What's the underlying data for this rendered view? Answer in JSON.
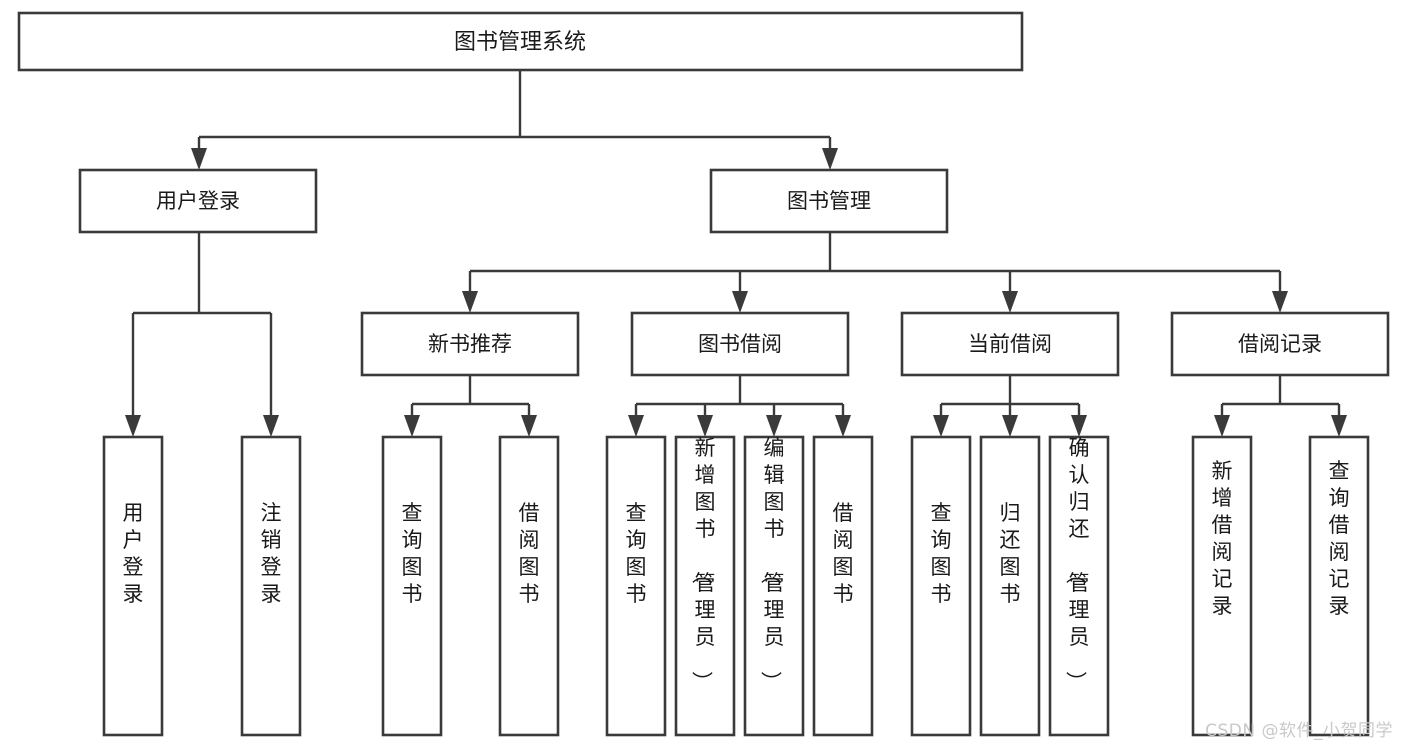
{
  "diagram": {
    "title": "图书管理系统",
    "type": "hierarchy-tree",
    "root": {
      "id": "root",
      "label": "图书管理系统",
      "level": 1
    },
    "level2": [
      {
        "id": "user-login",
        "label": "用户登录",
        "level": 2
      },
      {
        "id": "book-manage",
        "label": "图书管理",
        "level": 2
      }
    ],
    "level3": [
      {
        "id": "new-book-recommend",
        "label": "新书推荐",
        "level": 3,
        "parent": "book-manage"
      },
      {
        "id": "book-borrow",
        "label": "图书借阅",
        "level": 3,
        "parent": "book-manage"
      },
      {
        "id": "current-borrow",
        "label": "当前借阅",
        "level": 3,
        "parent": "book-manage"
      },
      {
        "id": "borrow-record",
        "label": "借阅记录",
        "level": 3,
        "parent": "book-manage"
      }
    ],
    "leaves": [
      {
        "id": "leaf-user-login",
        "label": "用户登录",
        "parent": "user-login"
      },
      {
        "id": "leaf-logout-login",
        "label": "注销登录",
        "parent": "user-login"
      },
      {
        "id": "leaf-query-book-1",
        "label": "查询图书",
        "parent": "new-book-recommend"
      },
      {
        "id": "leaf-borrow-book-1",
        "label": "借阅图书",
        "parent": "new-book-recommend"
      },
      {
        "id": "leaf-query-book-2",
        "label": "查询图书",
        "parent": "book-borrow"
      },
      {
        "id": "leaf-add-book-admin",
        "label": "新增图书（管理员）",
        "parent": "book-borrow"
      },
      {
        "id": "leaf-edit-book-admin",
        "label": "编辑图书（管理员）",
        "parent": "book-borrow"
      },
      {
        "id": "leaf-borrow-book-2",
        "label": "借阅图书",
        "parent": "book-borrow"
      },
      {
        "id": "leaf-query-book-3",
        "label": "查询图书",
        "parent": "current-borrow"
      },
      {
        "id": "leaf-return-book",
        "label": "归还图书",
        "parent": "current-borrow"
      },
      {
        "id": "leaf-confirm-return-admin",
        "label": "确认归还（管理员）",
        "parent": "current-borrow"
      },
      {
        "id": "leaf-add-borrow-record",
        "label": "新增借阅记录",
        "parent": "borrow-record"
      },
      {
        "id": "leaf-query-borrow-record",
        "label": "查询借阅记录",
        "parent": "borrow-record"
      }
    ]
  },
  "watermark": {
    "text": "CSDN @软件_小贺同学"
  },
  "colors": {
    "stroke": "#3a3a3a",
    "fill": "#ffffff",
    "text": "#1a1a1a",
    "watermark": "#c9c9c9"
  }
}
